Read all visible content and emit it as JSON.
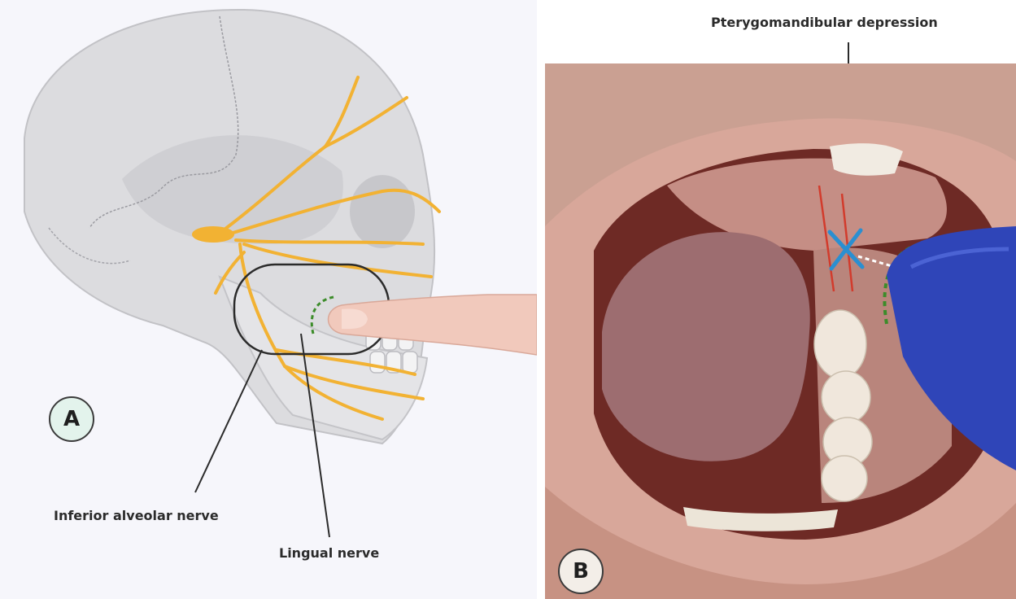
{
  "panels": {
    "a": {
      "badge": "A",
      "labels": {
        "inferior_alveolar": "Inferior alveolar nerve",
        "lingual": "Lingual nerve"
      }
    },
    "b": {
      "badge": "B",
      "labels": {
        "pterygomandibular": "Pterygomandibular depression"
      }
    }
  },
  "colors": {
    "nerve": "#f2b233",
    "bone": "#d9d9dc",
    "skin": "#f1c9bc",
    "glove": "#2f45b8",
    "marker": "#2a8fd1",
    "dashed": "#3c8c2a"
  }
}
